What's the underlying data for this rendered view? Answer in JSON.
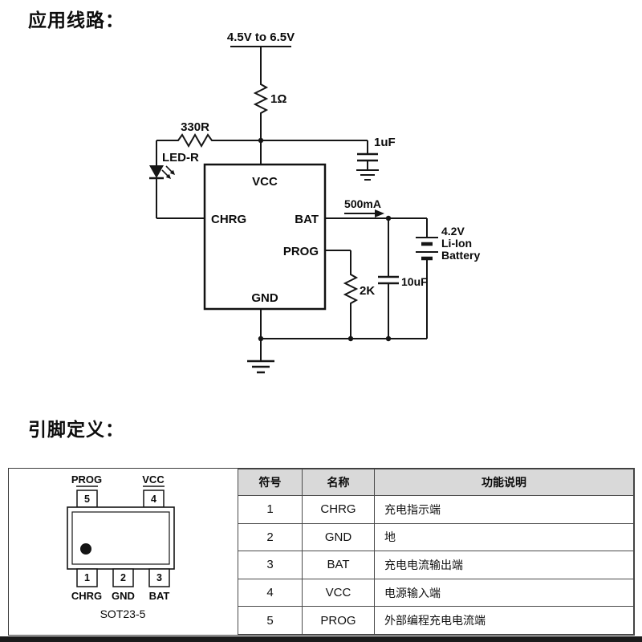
{
  "headings": {
    "application_circuit": "应用线路：",
    "pin_definition": "引脚定义："
  },
  "circuit": {
    "supply": "4.5V to 6.5V",
    "resistor_r1": "1Ω",
    "resistor_330": "330R",
    "led": "LED-R",
    "cap_1uf": "1uF",
    "current": "500mA",
    "battery_line1": "4.2V",
    "battery_line2": "Li-Ion",
    "battery_line3": "Battery",
    "cap_10uf": "10uF",
    "resistor_2k": "2K",
    "ic": {
      "vcc": "VCC",
      "chrg": "CHRG",
      "bat": "BAT",
      "prog": "PROG",
      "gnd": "GND"
    }
  },
  "package": {
    "name": "SOT23-5",
    "top_pins": [
      {
        "num": "5",
        "label": "PROG"
      },
      {
        "num": "4",
        "label": "VCC"
      }
    ],
    "bottom_pins": [
      {
        "num": "1",
        "label": "CHRG"
      },
      {
        "num": "2",
        "label": "GND"
      },
      {
        "num": "3",
        "label": "BAT"
      }
    ]
  },
  "pin_table": {
    "headers": [
      "符号",
      "名称",
      "功能说明"
    ],
    "rows": [
      [
        "1",
        "CHRG",
        "充电指示端"
      ],
      [
        "2",
        "GND",
        "地"
      ],
      [
        "3",
        "BAT",
        "充电电流输出端"
      ],
      [
        "4",
        "VCC",
        "电源输入端"
      ],
      [
        "5",
        "PROG",
        "外部编程充电电流端"
      ]
    ]
  }
}
